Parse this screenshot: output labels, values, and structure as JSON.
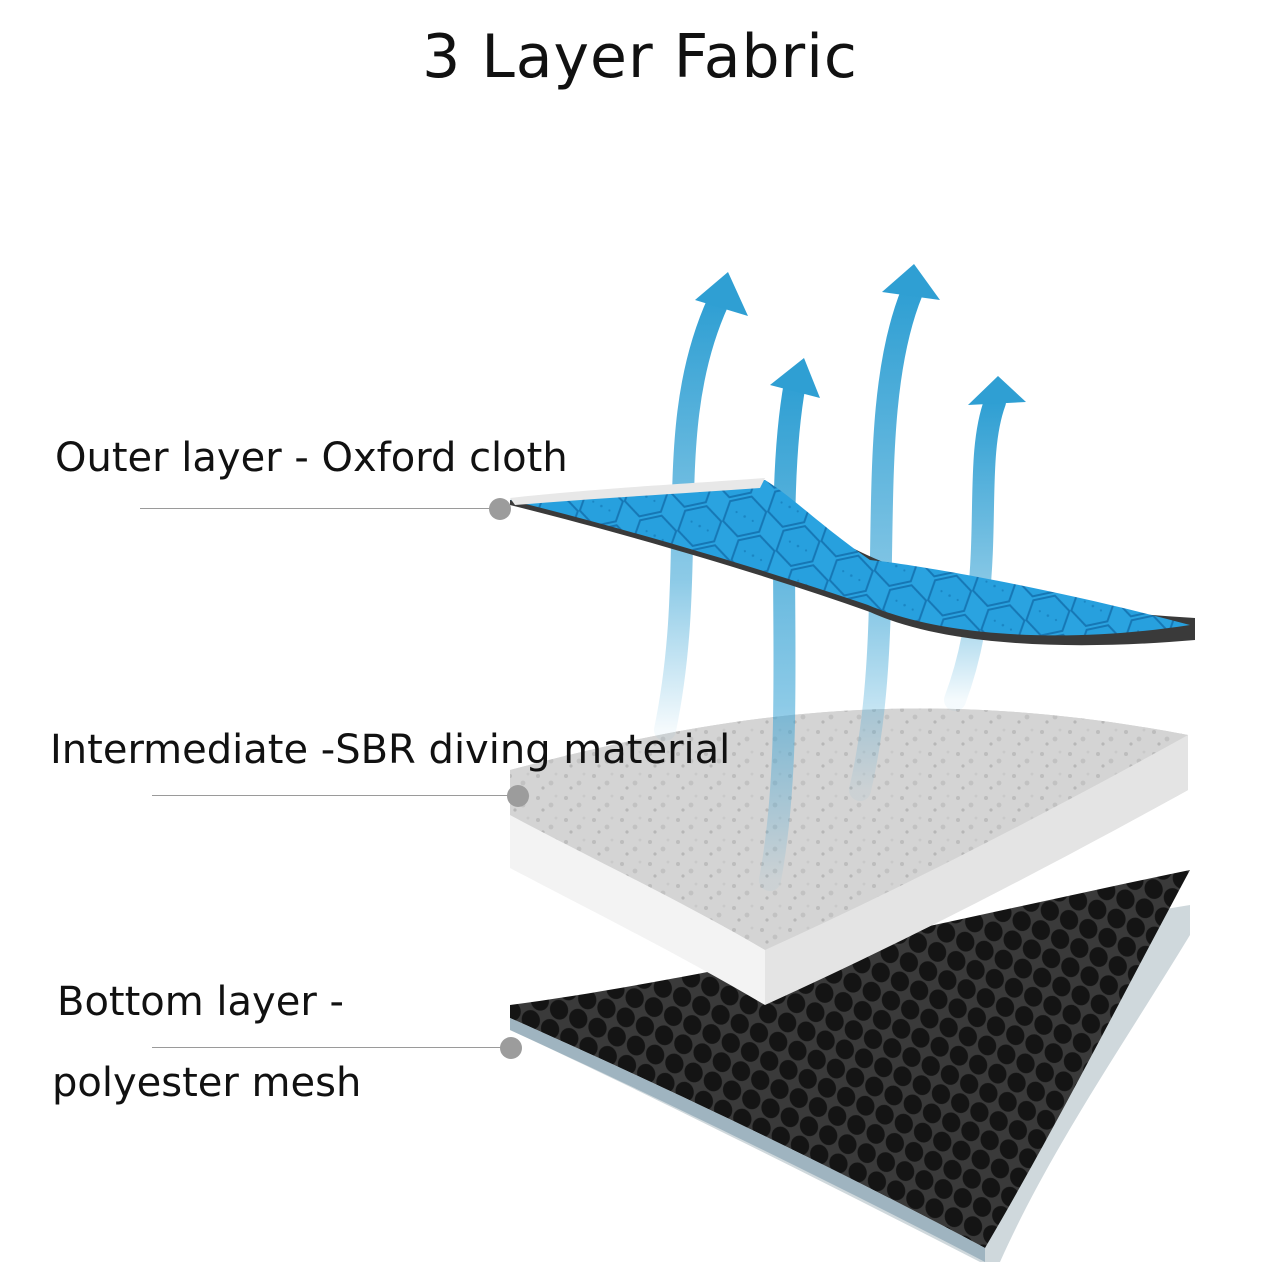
{
  "title": "3 Layer Fabric",
  "layers": [
    {
      "id": "outer",
      "label": "Outer layer - Oxford cloth",
      "color": "#2aa3e0"
    },
    {
      "id": "intermediate",
      "label": "Intermediate -SBR diving material",
      "color": "#d4d4d4"
    },
    {
      "id": "bottom",
      "label_line1": "Bottom layer -",
      "label_line2": "polyester mesh",
      "color": "#2b2b2b"
    }
  ],
  "colors": {
    "arrow": "#2f9fd3",
    "outer_fabric": "#2aa3e0",
    "outer_edge": "#3a3a3a",
    "middle_top": "#d6d6d6",
    "middle_side": "#f2f2f2",
    "mesh": "#2b2b2b",
    "leader": "#9a9a9a"
  },
  "icons": [
    "breathability-arrow-icon"
  ]
}
